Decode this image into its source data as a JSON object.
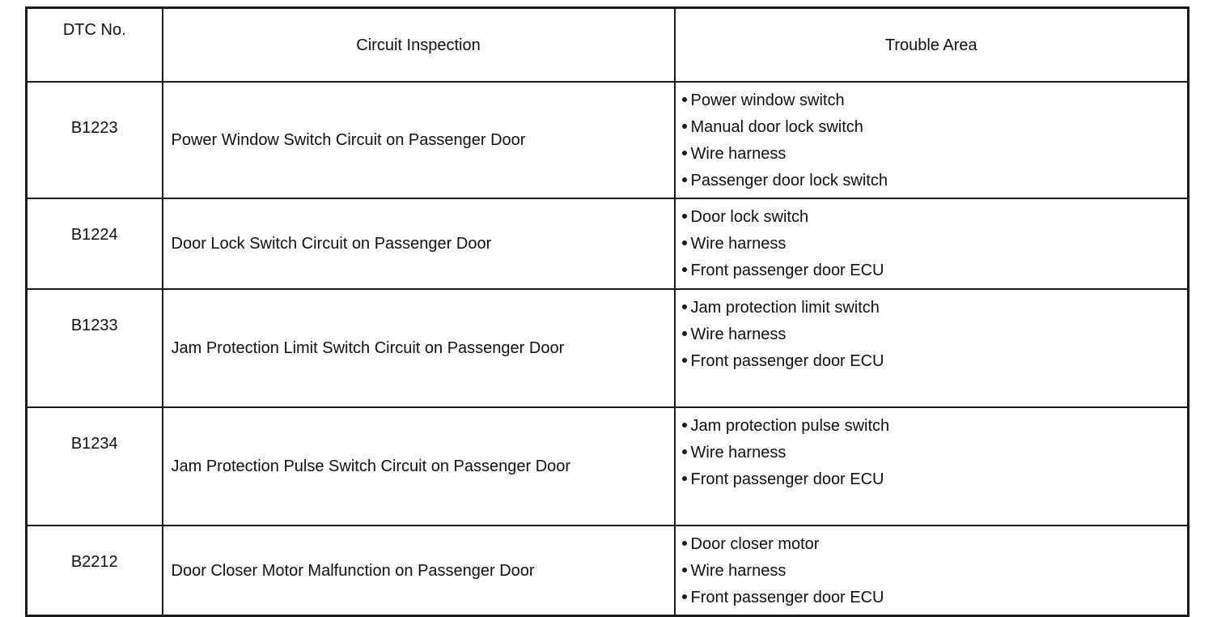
{
  "table": {
    "headers": {
      "dtc": "DTC No.",
      "circuit": "Circuit Inspection",
      "trouble": "Trouble Area"
    },
    "rows": [
      {
        "dtc": "B1223",
        "circuit": "Power Window Switch Circuit on Passenger Door",
        "trouble": [
          "Power window switch",
          "Manual door lock switch",
          "Wire harness",
          "Passenger door lock switch"
        ]
      },
      {
        "dtc": "B1224",
        "circuit": "Door Lock Switch Circuit on Passenger Door",
        "trouble": [
          "Door lock switch",
          "Wire harness",
          "Front passenger door ECU"
        ]
      },
      {
        "dtc": "B1233",
        "circuit": "Jam Protection Limit Switch Circuit on Passenger Door",
        "trouble": [
          "Jam protection limit switch",
          "Wire harness",
          "Front passenger door ECU"
        ]
      },
      {
        "dtc": "B1234",
        "circuit": "Jam Protection Pulse Switch Circuit on Passenger Door",
        "trouble": [
          "Jam protection pulse switch",
          "Wire harness",
          "Front passenger door ECU"
        ]
      },
      {
        "dtc": "B2212",
        "circuit": "Door Closer Motor Malfunction on Passenger Door",
        "trouble": [
          "Door closer motor",
          "Wire harness",
          "Front passenger door ECU"
        ]
      }
    ]
  }
}
